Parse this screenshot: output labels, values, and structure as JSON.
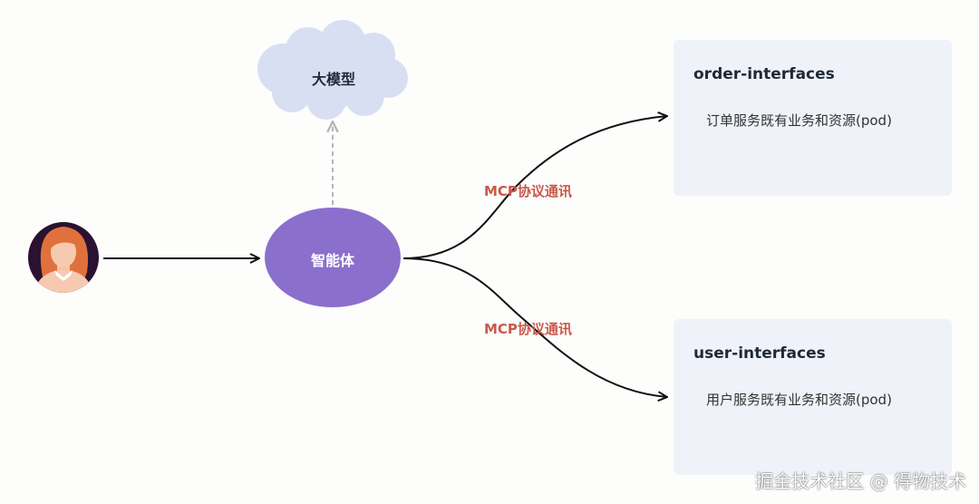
{
  "colors": {
    "agent_fill": "#8b6fcc",
    "cloud_fill": "#d9dff2",
    "box_fill": "#eff2f8",
    "edge_label": "#c8594a",
    "avatar_bg": "#2a1230",
    "hair": "#e0713d"
  },
  "nodes": {
    "user": {
      "icon": "user-avatar-icon"
    },
    "llm": {
      "label": "大模型"
    },
    "agent": {
      "label": "智能体"
    }
  },
  "edges": [
    {
      "from": "user",
      "to": "agent",
      "label": ""
    },
    {
      "from": "agent",
      "to": "llm",
      "label": "",
      "style": "dashed"
    },
    {
      "from": "agent",
      "to": "order_interfaces",
      "label": "MCP协议通讯"
    },
    {
      "from": "agent",
      "to": "user_interfaces",
      "label": "MCP协议通讯"
    }
  ],
  "services": {
    "order": {
      "title": "order-interfaces",
      "desc": "订单服务既有业务和资源(pod)"
    },
    "user": {
      "title": "user-interfaces",
      "desc": "用户服务既有业务和资源(pod)"
    }
  },
  "watermark": "掘金技术社区 @ 得物技术"
}
